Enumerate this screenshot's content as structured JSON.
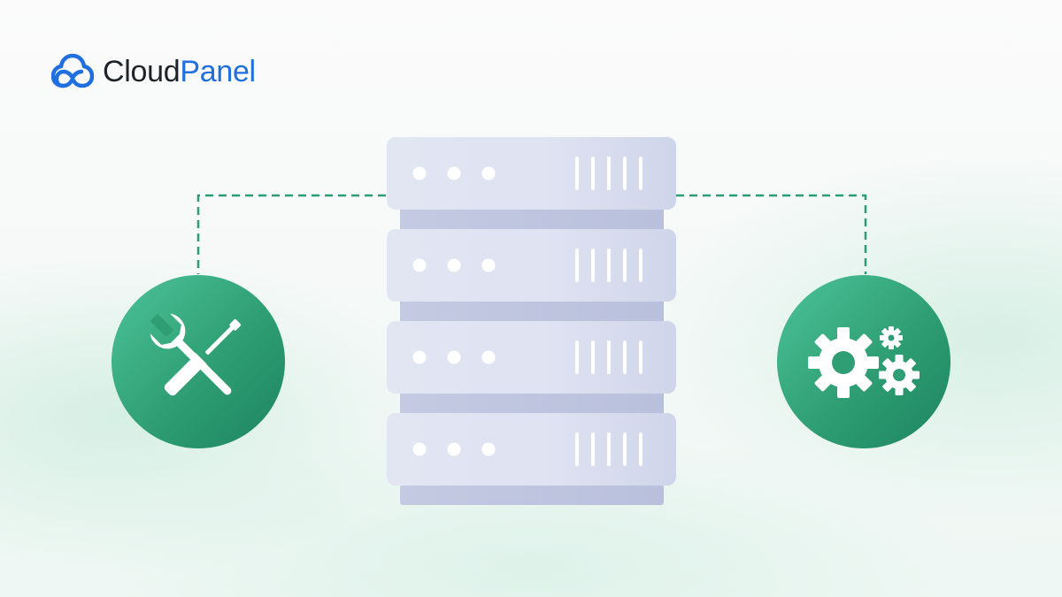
{
  "brand": {
    "name_part1": "Cloud",
    "name_part2": "Panel",
    "icon": "cloud-logo-icon"
  },
  "illustration": {
    "server_units": 4,
    "left_circle_icon": "wrench-screwdriver-icon",
    "right_circle_icon": "gears-icon",
    "colors": {
      "brand_blue": "#1f6fe0",
      "green": "#2f9e74",
      "connector": "#2a9d78",
      "server": "#d9deee",
      "server_shadow": "#c1c7df"
    }
  }
}
